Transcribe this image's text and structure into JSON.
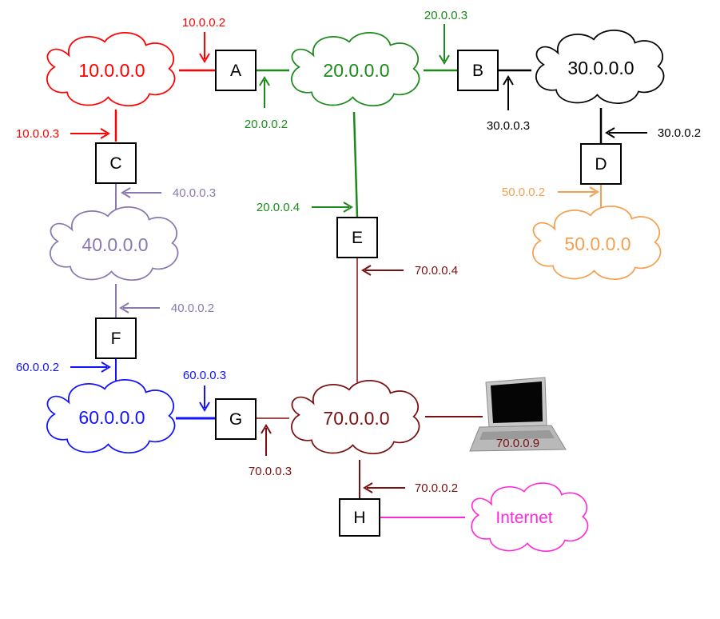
{
  "colors": {
    "n10": "#ff0000",
    "n20": "#1a8a1a",
    "n30": "#000000",
    "n40": "#8a78b0",
    "n50": "#f5a050",
    "n60": "#1212ff",
    "n70": "#7a1010",
    "internet": "#ff28d8"
  },
  "networks": {
    "n10": "10.0.0.0",
    "n20": "20.0.0.0",
    "n30": "30.0.0.0",
    "n40": "40.0.0.0",
    "n50": "50.0.0.0",
    "n60": "60.0.0.0",
    "n70": "70.0.0.0",
    "internet": "Internet"
  },
  "routers": {
    "A": "A",
    "B": "B",
    "C": "C",
    "D": "D",
    "E": "E",
    "F": "F",
    "G": "G",
    "H": "H"
  },
  "interfaces": {
    "a_n10": "10.0.0.2",
    "a_n20": "20.0.0.2",
    "b_n20": "20.0.0.3",
    "b_n30": "30.0.0.3",
    "c_n10": "10.0.0.3",
    "c_n40": "40.0.0.3",
    "d_n30": "30.0.0.2",
    "d_n50": "50.0.0.2",
    "e_n20": "20.0.0.4",
    "e_n70": "70.0.0.4",
    "f_n40": "40.0.0.2",
    "f_n60": "60.0.0.2",
    "g_n60": "60.0.0.3",
    "g_n70": "70.0.0.3",
    "h_n70": "70.0.0.2"
  },
  "laptop": {
    "ip": "70.0.0.9",
    "icon": "laptop-icon"
  }
}
